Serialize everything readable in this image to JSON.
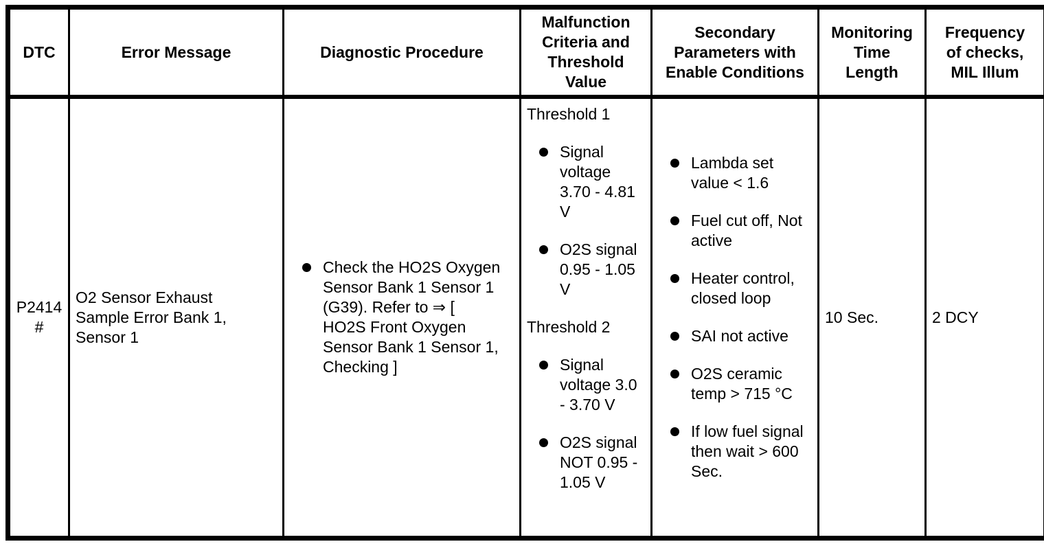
{
  "table": {
    "colors": {
      "border": "#000000",
      "text": "#000000",
      "background": "#ffffff"
    },
    "headers": [
      "DTC",
      "Error Message",
      "Diagnostic Procedure",
      "Malfunction\nCriteria and\nThreshold\nValue",
      "Secondary\nParameters with\nEnable Conditions",
      "Monitoring\nTime\nLength",
      "Frequency\nof checks,\nMIL Illum"
    ],
    "row": {
      "dtc": "P2414\n#",
      "error_message": "O2 Sensor Exhaust\nSample Error Bank 1,\nSensor 1",
      "diagnostic_procedure": [
        "Check the HO2S Oxygen\nSensor Bank 1 Sensor 1\n(G39). Refer to ⇒ [\nHO2S Front Oxygen\nSensor Bank 1 Sensor 1,\nChecking ]"
      ],
      "malfunction_criteria": {
        "threshold1_label": "Threshold 1",
        "threshold1_items": [
          "Signal\nvoltage\n3.70 - 4.81\nV",
          "O2S signal\n0.95 - 1.05\nV"
        ],
        "threshold2_label": "Threshold 2",
        "threshold2_items": [
          "Signal\nvoltage 3.0\n- 3.70 V",
          "O2S signal\nNOT 0.95 -\n1.05 V"
        ]
      },
      "secondary_parameters": [
        "Lambda set\nvalue < 1.6",
        "Fuel cut off, Not\nactive",
        "Heater control,\nclosed loop",
        "SAI not active",
        "O2S ceramic\ntemp > 715 °C",
        "If low fuel signal\nthen wait > 600\nSec."
      ],
      "monitoring_time": "10 Sec.",
      "frequency": "2 DCY"
    }
  }
}
